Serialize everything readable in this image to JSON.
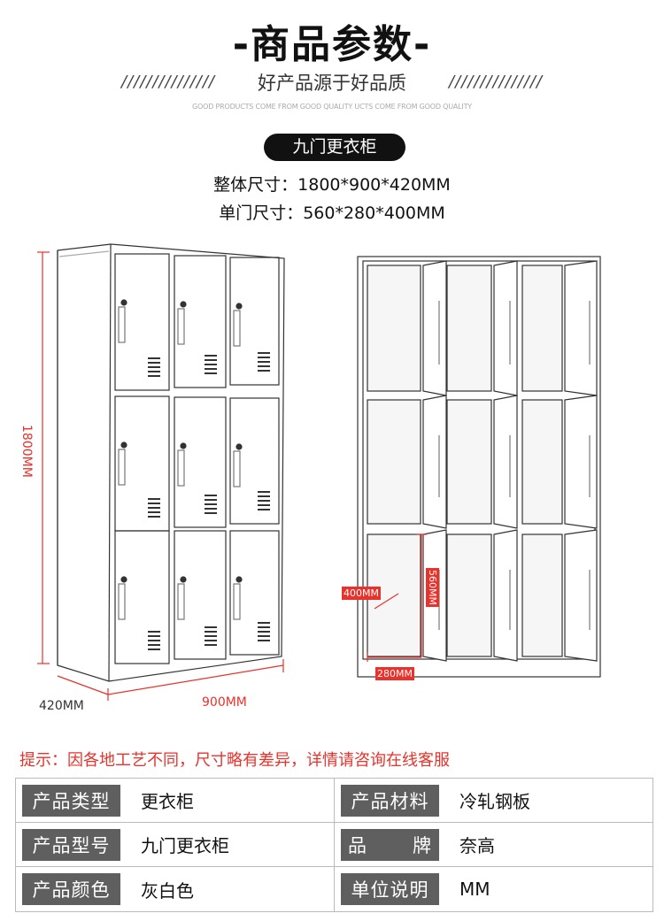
{
  "header": {
    "title": "-商品参数-",
    "slogan": "好产品源于好品质",
    "slashes": "///////////////",
    "english": "GOOD PRODUCTS COME FROM GOOD QUALITY  UCTS COME FROM GOOD QUALITY"
  },
  "product": {
    "name": "九门更衣柜",
    "overall_size": "整体尺寸：1800*900*420MM",
    "door_size": "单门尺寸：560*280*400MM"
  },
  "dimensions": {
    "height": "1800MM",
    "depth": "420MM",
    "width": "900MM",
    "door_depth": "400MM",
    "door_height": "560MM",
    "door_width": "280MM"
  },
  "note": "提示：因各地工艺不同，尺寸略有差异，详情请咨询在线客服",
  "specs": [
    [
      {
        "label": "产品类型",
        "value": "更衣柜"
      },
      {
        "label": "产品材料",
        "value": "冷轧钢板"
      }
    ],
    [
      {
        "label": "产品型号",
        "value": "九门更衣柜"
      },
      {
        "label_a": "品",
        "label_b": "牌",
        "value": "奈高"
      }
    ],
    [
      {
        "label": "产品颜色",
        "value": "灰白色"
      },
      {
        "label": "单位说明",
        "value": "MM"
      }
    ]
  ],
  "colors": {
    "accent": "#e8322b",
    "label_bg": "#5f5f5f"
  }
}
